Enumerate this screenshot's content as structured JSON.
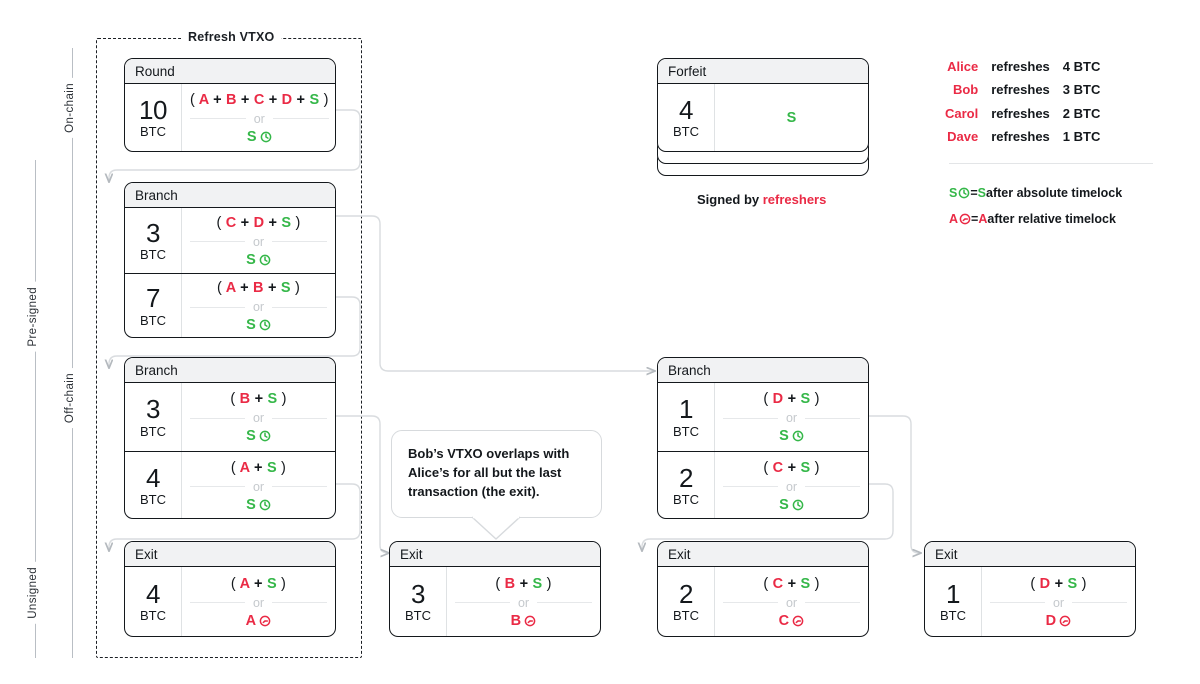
{
  "colors": {
    "red": "#ea2a45",
    "green": "#35b749",
    "ink": "#14181c",
    "muted": "#c5c9cd",
    "headbg": "#f1f2f3"
  },
  "group": {
    "title": "Refresh VTXO"
  },
  "axes": {
    "outer": [
      {
        "label": "Pre-signed"
      },
      {
        "label": "Unsigned"
      }
    ],
    "inner": [
      {
        "label": "On-chain"
      },
      {
        "label": "Off-chain"
      }
    ]
  },
  "cards": {
    "round": {
      "title": "Round",
      "rows": [
        {
          "amount": "10",
          "unit": "BTC",
          "top": "( A + B + C + D + S )",
          "or": "or",
          "bottom": "S⊙"
        }
      ]
    },
    "branch_left_top": {
      "title": "Branch",
      "rows": [
        {
          "amount": "3",
          "unit": "BTC",
          "top": "( C + D + S )",
          "or": "or",
          "bottom": "S⊙"
        },
        {
          "amount": "7",
          "unit": "BTC",
          "top": "( A + B + S )",
          "or": "or",
          "bottom": "S⊙"
        }
      ]
    },
    "branch_left_bottom": {
      "title": "Branch",
      "rows": [
        {
          "amount": "3",
          "unit": "BTC",
          "top": "( B + S )",
          "or": "or",
          "bottom": "S⊙"
        },
        {
          "amount": "4",
          "unit": "BTC",
          "top": "( A + S )",
          "or": "or",
          "bottom": "S⊙"
        }
      ]
    },
    "branch_right": {
      "title": "Branch",
      "rows": [
        {
          "amount": "1",
          "unit": "BTC",
          "top": "( D + S )",
          "or": "or",
          "bottom": "S⊙"
        },
        {
          "amount": "2",
          "unit": "BTC",
          "top": "( C + S )",
          "or": "or",
          "bottom": "S⊙"
        }
      ]
    },
    "exit_alice": {
      "title": "Exit",
      "rows": [
        {
          "amount": "4",
          "unit": "BTC",
          "top": "( A + S )",
          "or": "or",
          "bottom": "A⊙"
        }
      ]
    },
    "exit_bob": {
      "title": "Exit",
      "rows": [
        {
          "amount": "3",
          "unit": "BTC",
          "top": "( B + S )",
          "or": "or",
          "bottom": "B⊙"
        }
      ]
    },
    "exit_carol": {
      "title": "Exit",
      "rows": [
        {
          "amount": "2",
          "unit": "BTC",
          "top": "( C + S )",
          "or": "or",
          "bottom": "C⊙"
        }
      ]
    },
    "exit_dave": {
      "title": "Exit",
      "rows": [
        {
          "amount": "1",
          "unit": "BTC",
          "top": "( D + S )",
          "or": "or",
          "bottom": "D⊙"
        }
      ]
    },
    "forfeit": {
      "title": "Forfeit",
      "amount": "4",
      "unit": "BTC",
      "condition": "S"
    }
  },
  "forfeit_caption": {
    "prefix": "Signed by ",
    "highlight": "refreshers"
  },
  "callout": {
    "text": "Bob’s VTXO overlaps with Alice’s for all but the last transaction (the exit)."
  },
  "legend": {
    "rows": [
      {
        "name": "Alice",
        "verb": "refreshes",
        "amount": "4 BTC"
      },
      {
        "name": "Bob",
        "verb": "refreshes",
        "amount": "3 BTC"
      },
      {
        "name": "Carol",
        "verb": "refreshes",
        "amount": "2 BTC"
      },
      {
        "name": "Dave",
        "verb": "refreshes",
        "amount": "1 BTC"
      }
    ],
    "notes": [
      {
        "sym": "S",
        "symcolor": "green",
        "eq": " = ",
        "key": "S",
        "keycolor": "green",
        "rest": " after absolute timelock"
      },
      {
        "sym": "A",
        "symcolor": "red",
        "eq": " = ",
        "key": "A",
        "keycolor": "red",
        "rest": " after relative timelock"
      }
    ]
  }
}
